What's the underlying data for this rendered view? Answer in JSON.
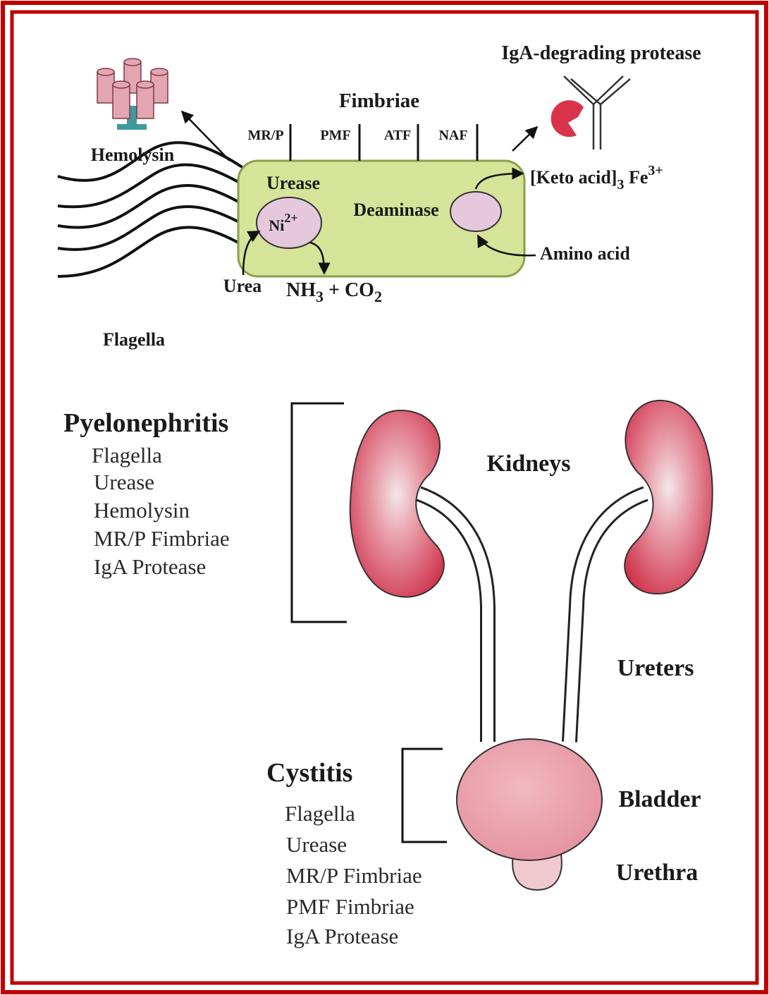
{
  "bacterium": {
    "fimbriae_title": "Fimbriae",
    "fimbriae_types": [
      "MR/P",
      "PMF",
      "ATF",
      "NAF"
    ],
    "hemolysin_label": "Hemolysin",
    "iga_protease_label": "IgA-degrading protease",
    "urease_label": "Urease",
    "nickel_label": "Ni",
    "nickel_charge": "2+",
    "deaminase_label": "Deaminase",
    "keto_acid_label": "[Keto acid]",
    "keto_subscript": "3",
    "iron_label": " Fe",
    "iron_charge": "3+",
    "amino_acid_label": "Amino acid",
    "urea_label": "Urea",
    "nh3_label": "NH",
    "nh3_subscript": "3",
    "co2_label": " + CO",
    "co2_subscript": "2",
    "flagella_label": "Flagella"
  },
  "anatomy": {
    "kidneys_label": "Kidneys",
    "ureters_label": "Ureters",
    "bladder_label": "Bladder",
    "urethra_label": "Urethra"
  },
  "pyelonephritis": {
    "title": "Pyelonephritis",
    "factors": [
      "Flagella",
      "Urease",
      "Hemolysin",
      "MR/P Fimbriae",
      "IgA Protease"
    ]
  },
  "cystitis": {
    "title": "Cystitis",
    "factors": [
      "Flagella",
      "Urease",
      "MR/P Fimbriae",
      "PMF Fimbriae",
      "IgA Protease"
    ]
  },
  "colors": {
    "frame": "#c00000",
    "cell_body": "#d6e49a",
    "organelle": "#e6c8dc",
    "kidney": "#d43a52",
    "bladder": "#eba3ad",
    "hemolysin": "#e3a5b0",
    "protease": "#d8334a"
  }
}
